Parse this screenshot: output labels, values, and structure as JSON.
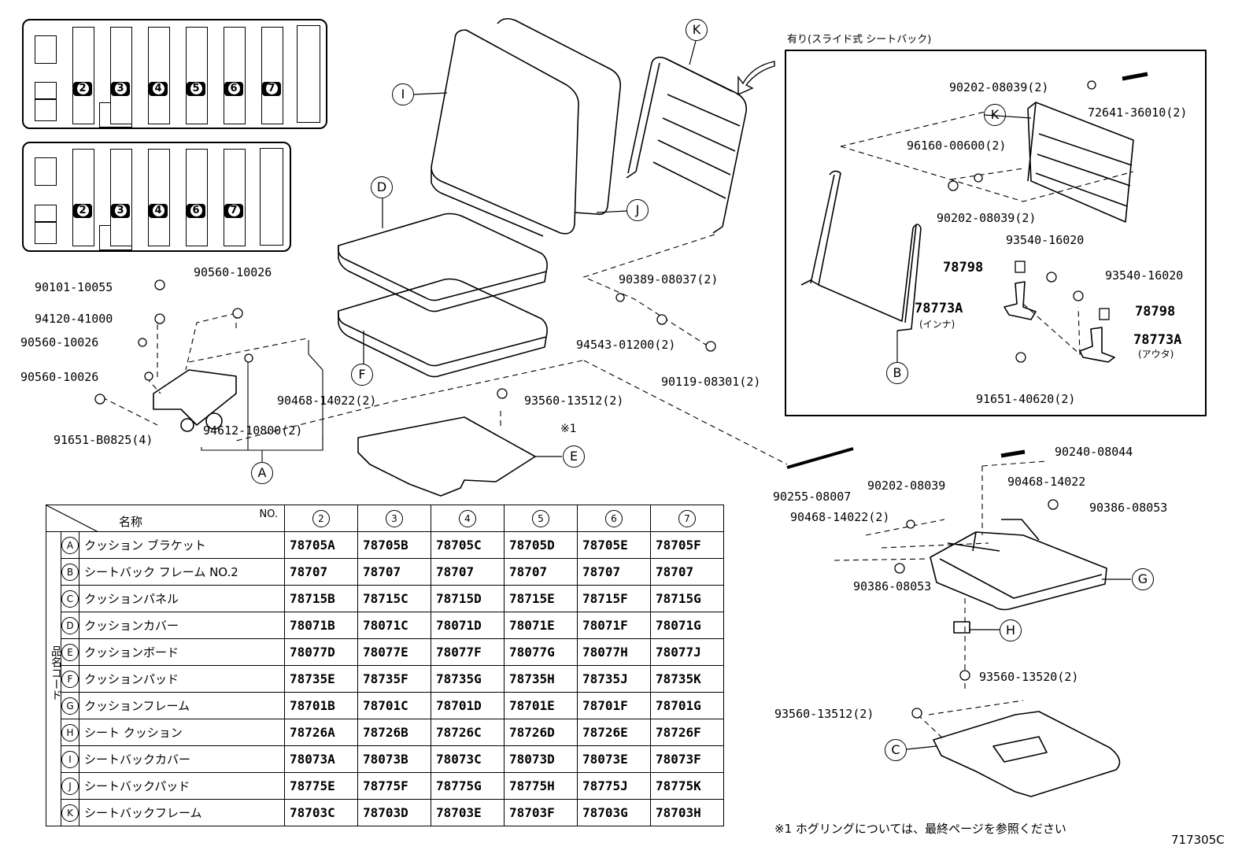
{
  "diagram_id": "717305C",
  "inset_title": "有り(スライド式 シートバック)",
  "footnote": "※1 ホグリングについては、最終ページを参照ください",
  "footnote_mark": "※1",
  "callouts": {
    "A": "A",
    "B": "B",
    "C": "C",
    "D": "D",
    "E": "E",
    "F": "F",
    "G": "G",
    "H": "H",
    "I": "I",
    "J": "J",
    "K": "K"
  },
  "seat_numbers_top": [
    "2",
    "3",
    "4",
    "5",
    "6",
    "7"
  ],
  "seat_numbers_bottom": [
    "2",
    "3",
    "4",
    "6",
    "7"
  ],
  "part_labels": {
    "p90101_10055": "90101-10055",
    "p94120_41000": "94120-41000",
    "p90560_10026_a": "90560-10026",
    "p90560_10026_b": "90560-10026",
    "p90560_10026_c": "90560-10026",
    "p91651_b0825": "91651-B0825(4)",
    "p94612_10800": "94612-10800(2)",
    "p90468_14022_left": "90468-14022(2)",
    "p93560_13512_mid": "93560-13512(2)",
    "p90389_08037": "90389-08037(2)",
    "p94543_01200": "94543-01200(2)",
    "p90119_08301": "90119-08301(2)",
    "p90202_08039_top": "90202-08039(2)",
    "p72641_36010": "72641-36010(2)",
    "p96160_00600": "96160-00600(2)",
    "p90202_08039_mid": "90202-08039(2)",
    "p93540_16020_a": "93540-16020",
    "p93540_16020_b": "93540-16020",
    "p78798_a": "78798",
    "p78798_b": "78798",
    "p78773a_inner": "78773A",
    "p78773a_inner_sub": "(インナ)",
    "p78773a_outer": "78773A",
    "p78773a_outer_sub": "(アウタ)",
    "p91651_40620": "91651-40620(2)",
    "p90240_08044": "90240-08044",
    "p90468_14022_r": "90468-14022",
    "p90386_08053_a": "90386-08053",
    "p90255_08007": "90255-08007",
    "p90202_08039_low": "90202-08039",
    "p90468_14022_r2": "90468-14022(2)",
    "p90386_08053_b": "90386-08053",
    "p93560_13520": "93560-13520(2)",
    "p93560_13512_low": "93560-13512(2)"
  },
  "table": {
    "header_name": "名称",
    "header_no": "NO.",
    "side_label": "品名コード",
    "columns": [
      "2",
      "3",
      "4",
      "5",
      "6",
      "7"
    ],
    "rows": [
      {
        "letter": "A",
        "name": "クッション ブラケット",
        "codes": [
          "78705A",
          "78705B",
          "78705C",
          "78705D",
          "78705E",
          "78705F"
        ]
      },
      {
        "letter": "B",
        "name": "シートバック フレーム NO.2",
        "codes": [
          "78707",
          "78707",
          "78707",
          "78707",
          "78707",
          "78707"
        ]
      },
      {
        "letter": "C",
        "name": "クッションパネル",
        "codes": [
          "78715B",
          "78715C",
          "78715D",
          "78715E",
          "78715F",
          "78715G"
        ]
      },
      {
        "letter": "D",
        "name": "クッションカバー",
        "codes": [
          "78071B",
          "78071C",
          "78071D",
          "78071E",
          "78071F",
          "78071G"
        ]
      },
      {
        "letter": "E",
        "name": "クッションボード",
        "codes": [
          "78077D",
          "78077E",
          "78077F",
          "78077G",
          "78077H",
          "78077J"
        ]
      },
      {
        "letter": "F",
        "name": "クッションパッド",
        "codes": [
          "78735E",
          "78735F",
          "78735G",
          "78735H",
          "78735J",
          "78735K"
        ]
      },
      {
        "letter": "G",
        "name": "クッションフレーム",
        "codes": [
          "78701B",
          "78701C",
          "78701D",
          "78701E",
          "78701F",
          "78701G"
        ]
      },
      {
        "letter": "H",
        "name": "シート クッション",
        "codes": [
          "78726A",
          "78726B",
          "78726C",
          "78726D",
          "78726E",
          "78726F"
        ]
      },
      {
        "letter": "I",
        "name": "シートバックカバー",
        "codes": [
          "78073A",
          "78073B",
          "78073C",
          "78073D",
          "78073E",
          "78073F"
        ]
      },
      {
        "letter": "J",
        "name": "シートバックパッド",
        "codes": [
          "78775E",
          "78775F",
          "78775G",
          "78775H",
          "78775J",
          "78775K"
        ]
      },
      {
        "letter": "K",
        "name": "シートバックフレーム",
        "codes": [
          "78703C",
          "78703D",
          "78703E",
          "78703F",
          "78703G",
          "78703H"
        ]
      }
    ]
  }
}
